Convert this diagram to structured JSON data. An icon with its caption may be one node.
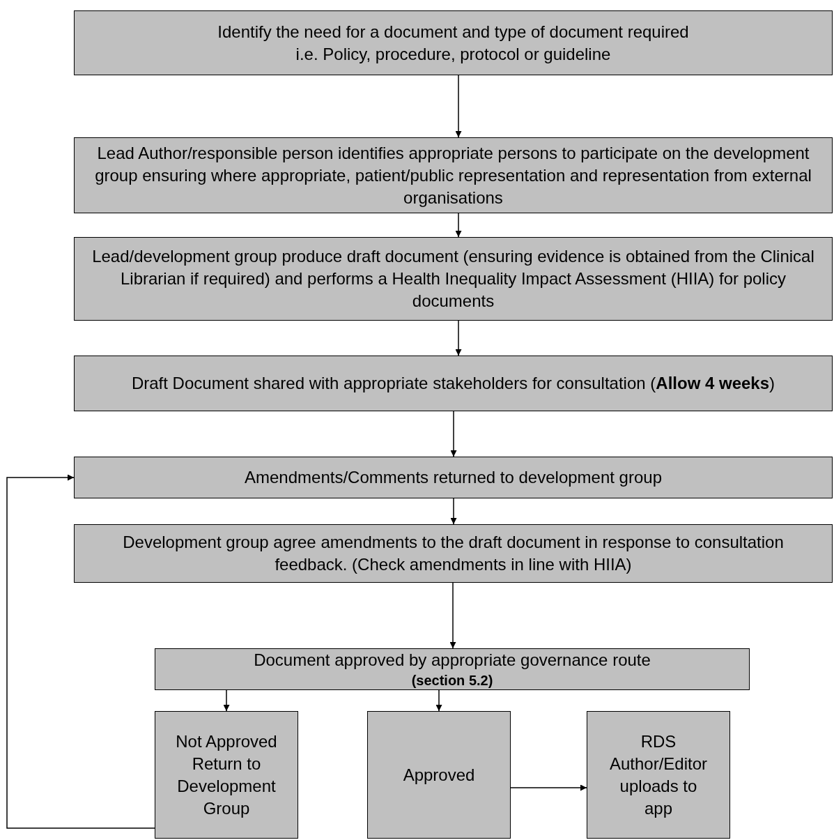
{
  "diagram": {
    "nodes": [
      {
        "text": [
          "Identify the need for a document and type of document required",
          "i.e. Policy, procedure, protocol or guideline"
        ]
      },
      {
        "text": [
          "Lead Author/responsible person identifies appropriate persons to participate on the development group ensuring where appropriate, patient/public representation and representation from external organisations"
        ]
      },
      {
        "text": [
          "Lead/development group produce draft document (ensuring evidence is obtained from the Clinical Librarian if required) and performs a Health Inequality Impact Assessment (HIIA) for policy documents"
        ]
      },
      {
        "text": [
          "Draft Document shared with appropriate stakeholders for consultation (**Allow 4 weeks**)"
        ]
      },
      {
        "text": [
          "Amendments/Comments returned to development group"
        ]
      },
      {
        "text": [
          "Development group agree amendments to the draft document in response to consultation feedback. (Check amendments in line with HIIA)"
        ]
      },
      {
        "text": [
          "Document approved by appropriate governance route",
          "(section 5.2)"
        ]
      },
      {
        "text": [
          "Not Approved Return to Development Group"
        ]
      },
      {
        "text": [
          "Approved"
        ]
      },
      {
        "text": [
          "RDS Author/Editor uploads to app"
        ]
      }
    ],
    "edges": [
      {
        "from": 0,
        "to": 1,
        "arrow": "to"
      },
      {
        "from": 1,
        "to": 2,
        "arrow": "to"
      },
      {
        "from": 2,
        "to": 3,
        "arrow": "to"
      },
      {
        "from": 3,
        "to": 4,
        "arrow": "to"
      },
      {
        "from": 4,
        "to": 5,
        "arrow": "to"
      },
      {
        "from": 5,
        "to": 6,
        "arrow": "to"
      },
      {
        "from": 6,
        "to": 7,
        "arrow": "to"
      },
      {
        "from": 6,
        "to": 8,
        "arrow": "to"
      },
      {
        "from": 8,
        "to": 9,
        "arrow": "to"
      },
      {
        "from": 7,
        "to": 4,
        "arrow": "to"
      }
    ]
  }
}
